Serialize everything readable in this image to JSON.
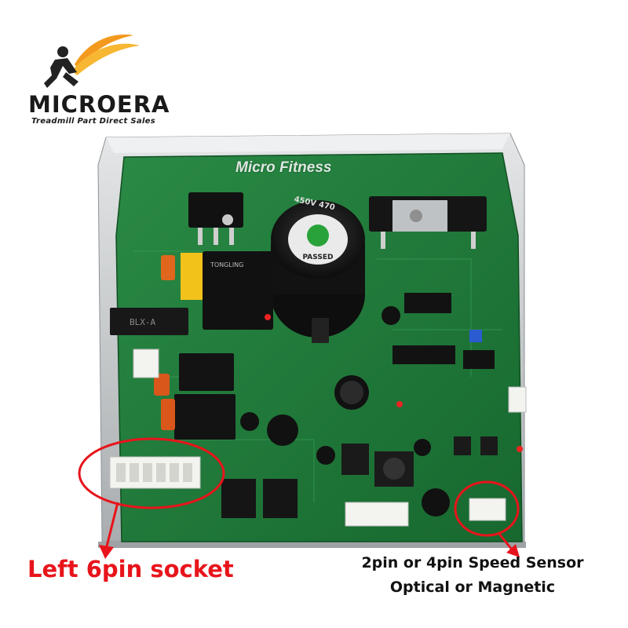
{
  "brand": {
    "name": "MICROERA",
    "tagline": "Treadmill Part Direct Sales",
    "logo_icon": "running-man-with-flame-trail"
  },
  "watermark": "Micro Fitness",
  "captions": {
    "left_socket": "Left 6pin socket",
    "speed_sensor_line1": "2pin or 4pin Speed Sensor",
    "speed_sensor_line2": "Optical or Magnetic"
  },
  "board_markings": {
    "relay_label": "TONGLING",
    "capacitor_label": "450V 470",
    "capacitor_sticker": "PASSED",
    "connector_label": "BLX-A"
  },
  "colors": {
    "pcb_green": "#1f7a3a",
    "heatsink_silver": "#c9ccce",
    "highlight_red": "#e8141b",
    "logo_orange": "#f39a1e"
  }
}
